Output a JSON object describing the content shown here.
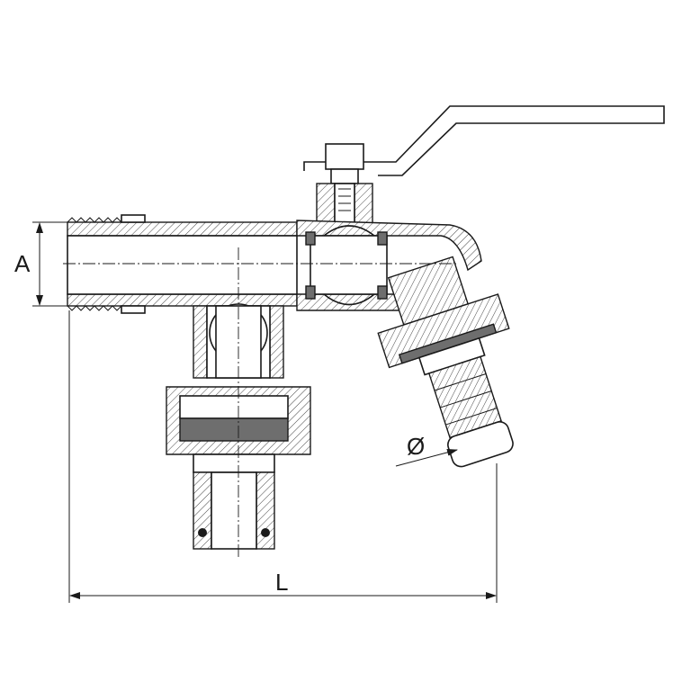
{
  "drawing": {
    "dimension_labels": {
      "height": "A",
      "length": "L",
      "diameter": "Ø"
    }
  }
}
